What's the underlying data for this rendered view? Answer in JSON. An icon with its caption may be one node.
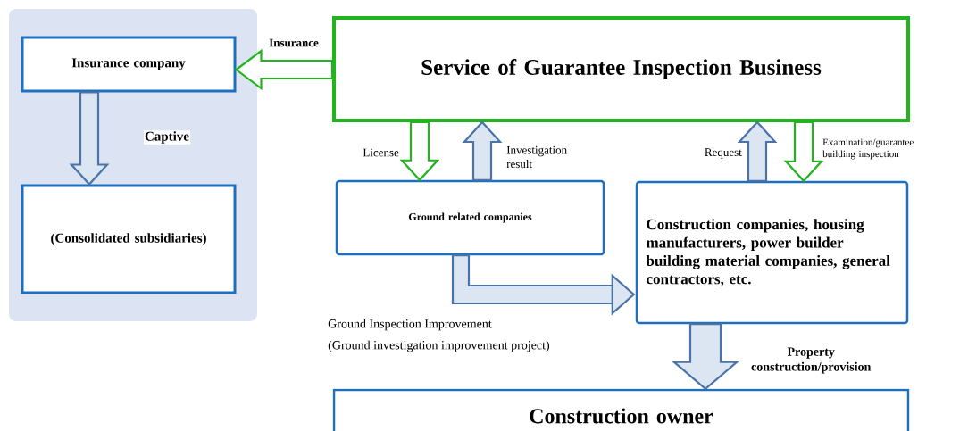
{
  "diagram": {
    "nodes": [
      {
        "text": [],
        "shape": "box"
      },
      {
        "text": [
          "Insurance company"
        ],
        "in": 0
      },
      {
        "text": [
          "(Consolidated subsidiaries)"
        ],
        "in": 0
      },
      {
        "text": [
          "Service of Guarantee Inspection Business"
        ]
      },
      {
        "text": [
          "Ground related companies"
        ]
      },
      {
        "text": [
          "Construction companies, housing manufacturers, power builder building material companies, general contractors, etc."
        ]
      },
      {
        "text": [
          "Construction owner"
        ]
      }
    ],
    "edges": [
      {
        "from": 3,
        "to": 1,
        "arrow": "to",
        "label": "Insurance",
        "color": "#22b41e"
      },
      {
        "from": 1,
        "to": 2,
        "arrow": "to",
        "label": "Captive"
      },
      {
        "from": 3,
        "to": 4,
        "arrow": "to",
        "label": "License",
        "color": "#22b41e"
      },
      {
        "from": 4,
        "to": 3,
        "arrow": "to",
        "label": "Investigation result"
      },
      {
        "from": 5,
        "to": 3,
        "arrow": "to",
        "label": "Request"
      },
      {
        "from": 3,
        "to": 5,
        "arrow": "to",
        "label": "Examination/guarantee building inspection",
        "color": "#22b41e"
      },
      {
        "from": 4,
        "to": 5,
        "arrow": "to",
        "label": "Ground Inspection Improvement"
      },
      {
        "from": 5,
        "to": 6,
        "arrow": "to",
        "label": "Property construction/provision"
      }
    ],
    "labels": [
      "(Ground investigation improvement project)"
    ]
  }
}
